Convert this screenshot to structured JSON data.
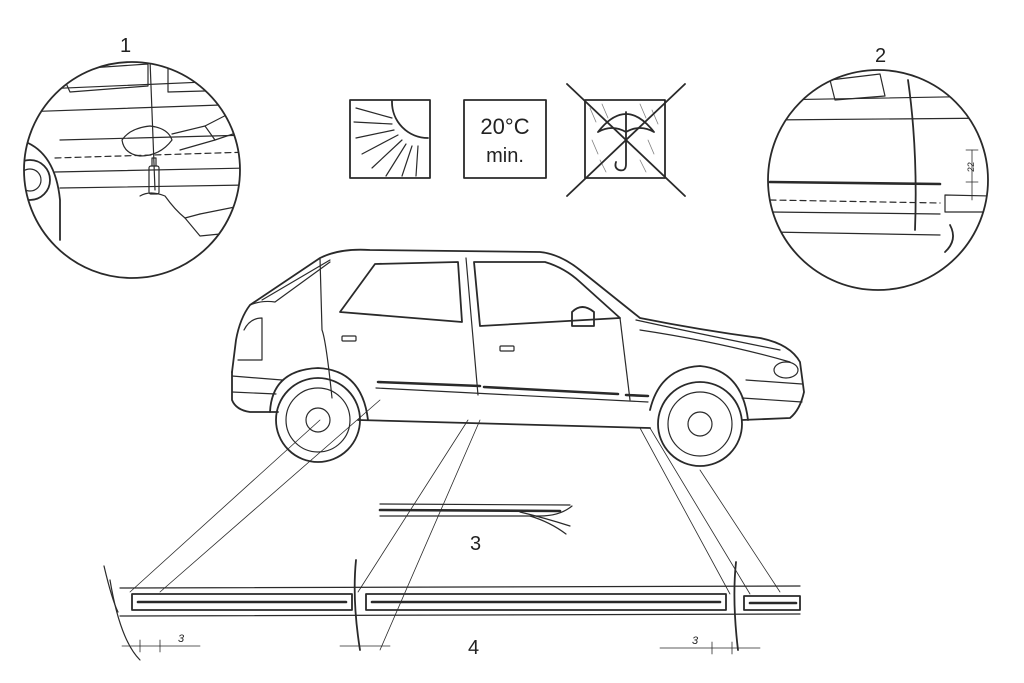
{
  "labels": {
    "step1": "1",
    "step2": "2",
    "step3": "3",
    "step4": "4"
  },
  "icons": {
    "temperature_line1": "20°C",
    "temperature_line2": "min.",
    "sun": "sun-icon",
    "umbrella": "umbrella-crossed-icon"
  },
  "dimensions": {
    "gap_left": "3",
    "gap_right": "3"
  },
  "colors": {
    "ink": "#2a2a2a",
    "paper": "#ffffff"
  }
}
